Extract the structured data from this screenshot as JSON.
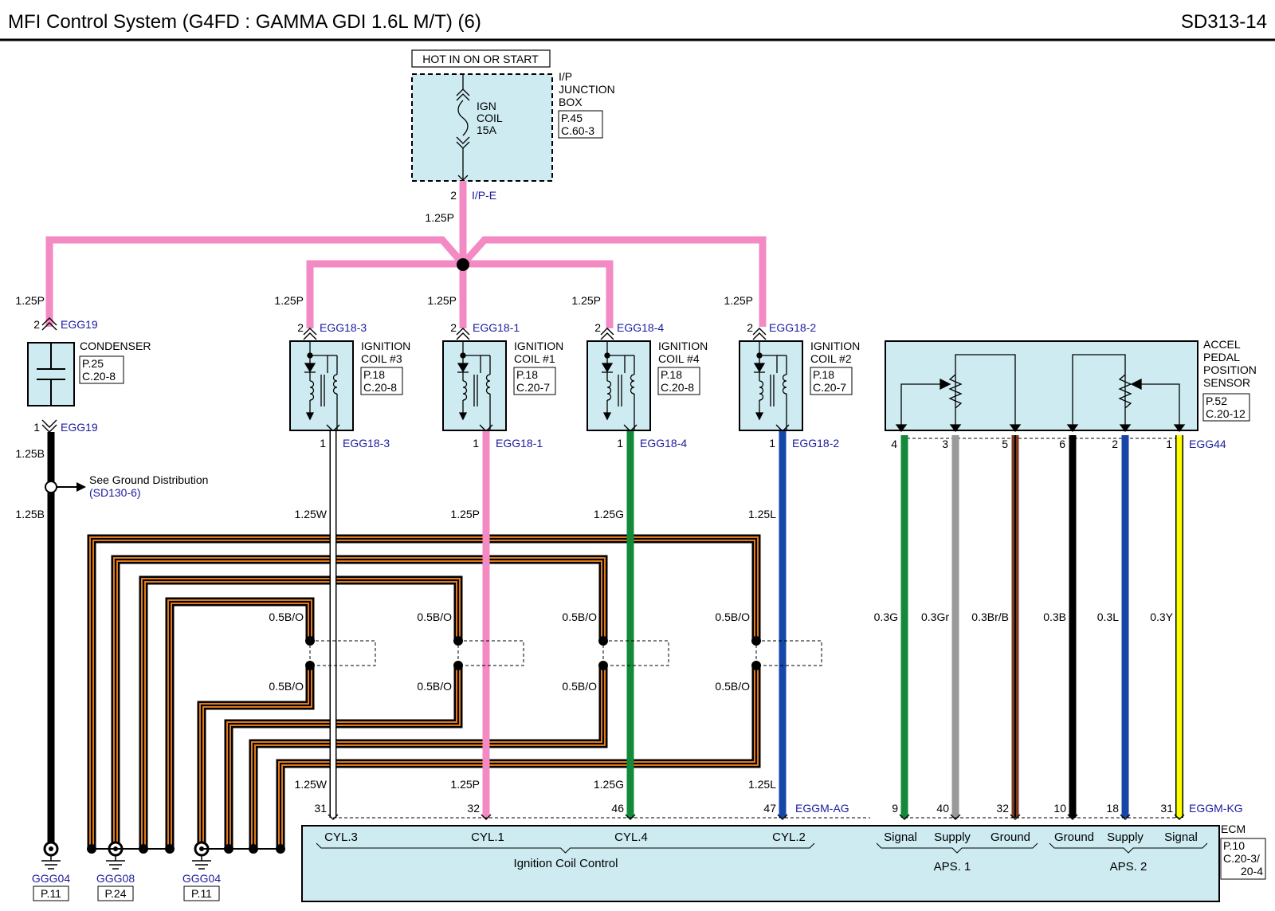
{
  "header": {
    "title": "MFI Control System (G4FD : GAMMA GDI 1.6L M/T) (6)",
    "page_code": "SD313-14"
  },
  "colors": {
    "pink": "#f48ac4",
    "green": "#138a3a",
    "gray": "#9a9a9a",
    "brown": "#7a3a20",
    "blue": "#1546a8",
    "yellow": "#ffff00",
    "component_fill": "#cdebf1",
    "label_blue": "#1a1aa0"
  },
  "junction_box": {
    "hot_label": "HOT IN ON OR START",
    "name": [
      "I/P",
      "JUNCTION",
      "BOX"
    ],
    "ref": [
      "P.45",
      "C.60-3"
    ],
    "fuse": [
      "IGN",
      "COIL",
      "15A"
    ],
    "pin": "2",
    "connector": "I/P-E",
    "wire": "1.25P"
  },
  "condenser": {
    "name": "CONDENSER",
    "ref": [
      "P.25",
      "C.20-8"
    ],
    "top_wire": "1.25P",
    "top_pin": "2",
    "top_conn": "EGG19",
    "bot_pin": "1",
    "bot_conn": "EGG19",
    "bot_wire": "1.25B",
    "bot_wire2": "1.25B",
    "ground_note": "See Ground Distribution",
    "ground_ref": "(SD130-6)"
  },
  "coils": [
    {
      "name": [
        "IGNITION",
        "COIL #3"
      ],
      "ref": [
        "P.18",
        "C.20-8"
      ],
      "top_wire": "1.25P",
      "top_pin": "2",
      "top_conn": "EGG18-3",
      "bot_pin": "1",
      "bot_conn": "EGG18-3",
      "wire": "1.25W",
      "wire2": "1.25W",
      "ecm_pin": "31",
      "shield_top": "0.5B/O",
      "shield_bot": "0.5B/O"
    },
    {
      "name": [
        "IGNITION",
        "COIL #1"
      ],
      "ref": [
        "P.18",
        "C.20-7"
      ],
      "top_wire": "1.25P",
      "top_pin": "2",
      "top_conn": "EGG18-1",
      "bot_pin": "1",
      "bot_conn": "EGG18-1",
      "wire": "1.25P",
      "wire2": "1.25P",
      "ecm_pin": "32",
      "shield_top": "0.5B/O",
      "shield_bot": "0.5B/O"
    },
    {
      "name": [
        "IGNITION",
        "COIL #4"
      ],
      "ref": [
        "P.18",
        "C.20-8"
      ],
      "top_wire": "1.25P",
      "top_pin": "2",
      "top_conn": "EGG18-4",
      "bot_pin": "1",
      "bot_conn": "EGG18-4",
      "wire": "1.25G",
      "wire2": "1.25G",
      "ecm_pin": "46",
      "shield_top": "0.5B/O",
      "shield_bot": "0.5B/O"
    },
    {
      "name": [
        "IGNITION",
        "COIL #2"
      ],
      "ref": [
        "P.18",
        "C.20-7"
      ],
      "top_wire": "1.25P",
      "top_pin": "2",
      "top_conn": "EGG18-2",
      "bot_pin": "1",
      "bot_conn": "EGG18-2",
      "wire": "1.25L",
      "wire2": "1.25L",
      "ecm_pin": "47",
      "shield_top": "0.5B/O",
      "shield_bot": "0.5B/O"
    }
  ],
  "ecm_conn_a": "EGGM-AG",
  "aps_sensor": {
    "name": [
      "ACCEL",
      "PEDAL",
      "POSITION",
      "SENSOR"
    ],
    "ref": [
      "P.52",
      "C.20-12"
    ],
    "conn": "EGG44",
    "ecm_conn": "EGGM-KG",
    "wires": [
      {
        "pin": "4",
        "wire": "0.3G",
        "ecm_pin": "9",
        "func": "Signal"
      },
      {
        "pin": "3",
        "wire": "0.3Gr",
        "ecm_pin": "40",
        "func": "Supply"
      },
      {
        "pin": "5",
        "wire": "0.3Br/B",
        "ecm_pin": "32",
        "func": "Ground"
      },
      {
        "pin": "6",
        "wire": "0.3B",
        "ecm_pin": "10",
        "func": "Ground"
      },
      {
        "pin": "2",
        "wire": "0.3L",
        "ecm_pin": "18",
        "func": "Supply"
      },
      {
        "pin": "1",
        "wire": "0.3Y",
        "ecm_pin": "31",
        "func": "Signal"
      }
    ]
  },
  "ecm": {
    "name": "ECM",
    "ref": [
      "P.10",
      "C.20-3/",
      "20-4"
    ],
    "coil_labels": [
      "CYL.3",
      "CYL.1",
      "CYL.4",
      "CYL.2"
    ],
    "group_coil": "Ignition Coil Control",
    "group_aps1": "APS. 1",
    "group_aps2": "APS. 2"
  },
  "grounds": [
    {
      "name": "GGG04",
      "ref": "P.11"
    },
    {
      "name": "GGG08",
      "ref": "P.24"
    },
    {
      "name": "GGG04",
      "ref": "P.11"
    }
  ]
}
